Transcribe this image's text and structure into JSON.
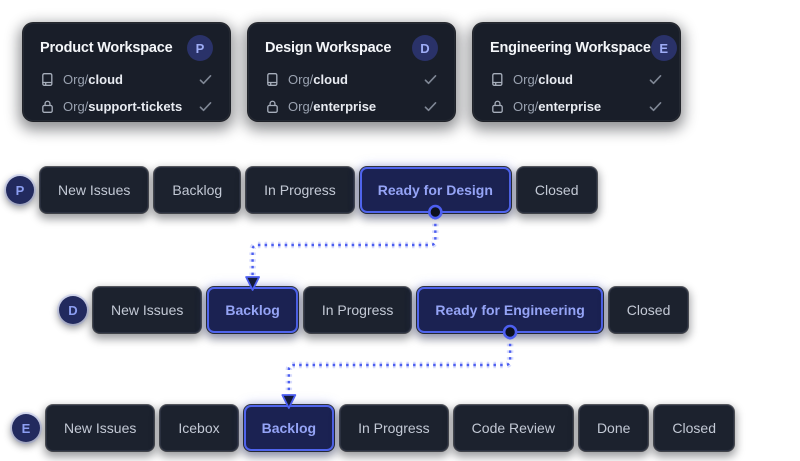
{
  "colors": {
    "accent": "#4d5ff0",
    "card_bg": "#191e29",
    "stage_bg": "#1c222e",
    "highlight_fill": "#1b2252",
    "highlight_border": "#4f64ed",
    "highlight_text": "#95a4f6",
    "page_bg": "#ffffff"
  },
  "workspaces": [
    {
      "title": "Product Workspace",
      "badge": "P",
      "teams": [
        {
          "icon": "repo-icon",
          "prefix": "Org/",
          "name": "cloud",
          "status_icon": "check-icon"
        },
        {
          "icon": "lock-icon",
          "prefix": "Org/",
          "name": "support-tickets",
          "status_icon": "check-icon"
        }
      ]
    },
    {
      "title": "Design Workspace",
      "badge": "D",
      "teams": [
        {
          "icon": "repo-icon",
          "prefix": "Org/",
          "name": "cloud",
          "status_icon": "check-icon"
        },
        {
          "icon": "lock-icon",
          "prefix": "Org/",
          "name": "enterprise",
          "status_icon": "check-icon"
        }
      ]
    },
    {
      "title": "Engineering Workspace",
      "badge": "E",
      "teams": [
        {
          "icon": "repo-icon",
          "prefix": "Org/",
          "name": "cloud",
          "status_icon": "check-icon"
        },
        {
          "icon": "lock-icon",
          "prefix": "Org/",
          "name": "enterprise",
          "status_icon": "check-icon"
        }
      ]
    }
  ],
  "workflows": [
    {
      "badge": "P",
      "stages": [
        {
          "label": "New Issues",
          "highlighted": false
        },
        {
          "label": "Backlog",
          "highlighted": false
        },
        {
          "label": "In Progress",
          "highlighted": false
        },
        {
          "label": "Ready for Design",
          "highlighted": true
        },
        {
          "label": "Closed",
          "highlighted": false
        }
      ]
    },
    {
      "badge": "D",
      "stages": [
        {
          "label": "New Issues",
          "highlighted": false
        },
        {
          "label": "Backlog",
          "highlighted": true
        },
        {
          "label": "In Progress",
          "highlighted": false
        },
        {
          "label": "Ready for Engineering",
          "highlighted": true
        },
        {
          "label": "Closed",
          "highlighted": false
        }
      ]
    },
    {
      "badge": "E",
      "stages": [
        {
          "label": "New Issues",
          "highlighted": false
        },
        {
          "label": "Icebox",
          "highlighted": false
        },
        {
          "label": "Backlog",
          "highlighted": true
        },
        {
          "label": "In Progress",
          "highlighted": false
        },
        {
          "label": "Code Review",
          "highlighted": false
        },
        {
          "label": "Done",
          "highlighted": false
        },
        {
          "label": "Closed",
          "highlighted": false
        }
      ]
    }
  ],
  "connectors": [
    {
      "from_workflow": 0,
      "from_stage": "Ready for Design",
      "to_workflow": 1,
      "to_stage": "Backlog"
    },
    {
      "from_workflow": 1,
      "from_stage": "Ready for Engineering",
      "to_workflow": 2,
      "to_stage": "Backlog"
    }
  ]
}
